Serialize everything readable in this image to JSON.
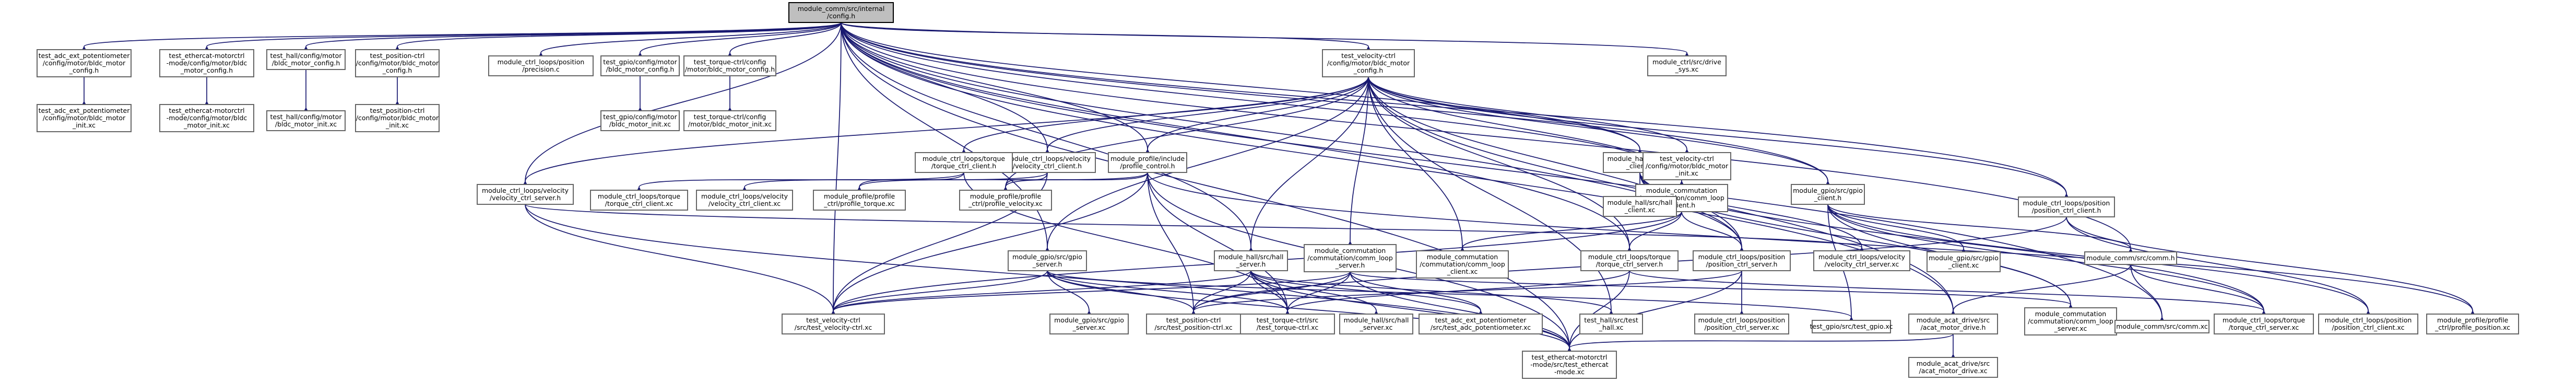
{
  "diagram": {
    "type": "include-dependency-graph",
    "root": "root",
    "colors": {
      "edge": "#191970",
      "node_border": "#666666",
      "root_fill": "#bfbfbf",
      "background": "#ffffff"
    },
    "nodes": [
      {
        "id": "root",
        "lines": [
          "module_comm/src/internal",
          "/config.h"
        ]
      },
      {
        "id": "adc_cfg",
        "lines": [
          "test_adc_ext_potentiometer",
          "/config/motor/bldc_motor",
          "_config.h"
        ]
      },
      {
        "id": "eth_cfg",
        "lines": [
          "test_ethercat-motorctrl",
          "-mode/config/motor/bldc",
          "_motor_config.h"
        ]
      },
      {
        "id": "hall_cfg",
        "lines": [
          "test_hall/config/motor",
          "/bldc_motor_config.h"
        ]
      },
      {
        "id": "pos_cfg",
        "lines": [
          "test_position-ctrl",
          "/config/motor/bldc_motor",
          "_config.h"
        ]
      },
      {
        "id": "ctrl_prec",
        "lines": [
          "module_ctrl_loops/position",
          "/precision.c"
        ]
      },
      {
        "id": "gpio_cfg",
        "lines": [
          "test_gpio/config/motor",
          "/bldc_motor_config.h"
        ]
      },
      {
        "id": "torq_cfg",
        "lines": [
          "test_torque-ctrl/config",
          "/motor/bldc_motor_config.h"
        ]
      },
      {
        "id": "vel_cfg",
        "lines": [
          "test_velocity-ctrl",
          "/config/motor/bldc_motor",
          "_config.h"
        ]
      },
      {
        "id": "drv_sys",
        "lines": [
          "module_ctrl/src/drive",
          "_sys.xc"
        ]
      },
      {
        "id": "adc_init",
        "lines": [
          "test_adc_ext_potentiometer",
          "/config/motor/bldc_motor",
          "_init.xc"
        ]
      },
      {
        "id": "eth_init",
        "lines": [
          "test_ethercat-motorctrl",
          "-mode/config/motor/bldc",
          "_motor_init.xc"
        ]
      },
      {
        "id": "hall_init",
        "lines": [
          "test_hall/config/motor",
          "/bldc_motor_init.xc"
        ]
      },
      {
        "id": "pos_init",
        "lines": [
          "test_position-ctrl",
          "/config/motor/bldc_motor",
          "_init.xc"
        ]
      },
      {
        "id": "gpio_init",
        "lines": [
          "test_gpio/config/motor",
          "/bldc_motor_init.xc"
        ]
      },
      {
        "id": "torq_init",
        "lines": [
          "test_torque-ctrl/config",
          "/motor/bldc_motor_init.xc"
        ]
      },
      {
        "id": "vel_init",
        "lines": [
          "test_velocity-ctrl",
          "/config/motor/bldc_motor",
          "_init.xc"
        ]
      },
      {
        "id": "vel_client",
        "lines": [
          "module_ctrl_loops/velocity",
          "/velocity_ctrl_client.h"
        ]
      },
      {
        "id": "torq_client_h",
        "lines": [
          "module_ctrl_loops/torque",
          "/torque_ctrl_client.h"
        ]
      },
      {
        "id": "prof_ctrl",
        "lines": [
          "module_profile/include",
          "/profile_control.h"
        ]
      },
      {
        "id": "hall_client",
        "lines": [
          "module_hall/src/hall",
          "_client.h"
        ]
      },
      {
        "id": "vel_server_h",
        "lines": [
          "module_ctrl_loops/velocity",
          "/velocity_ctrl_server.h"
        ]
      },
      {
        "id": "torq_client_xc",
        "lines": [
          "module_ctrl_loops/torque",
          "/torque_ctrl_client.xc"
        ]
      },
      {
        "id": "vel_client_xc",
        "lines": [
          "module_ctrl_loops/velocity",
          "/velocity_ctrl_client.xc"
        ]
      },
      {
        "id": "prof_torque",
        "lines": [
          "module_profile/profile",
          "_ctrl/profile_torque.xc"
        ]
      },
      {
        "id": "prof_vel",
        "lines": [
          "module_profile/profile",
          "_ctrl/profile_velocity.xc"
        ]
      },
      {
        "id": "comm_loop_h",
        "lines": [
          "module_commutation",
          "/commutation/comm_loop",
          "_client.h"
        ]
      },
      {
        "id": "hall_client_xc",
        "lines": [
          "module_hall/src/hall",
          "_client.xc"
        ]
      },
      {
        "id": "gpio_client",
        "lines": [
          "module_gpio/src/gpio",
          "_client.h"
        ]
      },
      {
        "id": "pos_client",
        "lines": [
          "module_ctrl_loops/position",
          "/position_ctrl_client.h"
        ]
      },
      {
        "id": "gpio_server",
        "lines": [
          "module_gpio/src/gpio",
          "_server.h"
        ]
      },
      {
        "id": "hall_server",
        "lines": [
          "module_hall/src/hall",
          "_server.h"
        ]
      },
      {
        "id": "comm_server_h",
        "lines": [
          "module_commutation",
          "/commutation/comm_loop",
          "_server.h"
        ]
      },
      {
        "id": "comm_client_xc",
        "lines": [
          "module_commutation",
          "/commutation/comm_loop",
          "_client.xc"
        ]
      },
      {
        "id": "torq_server_h",
        "lines": [
          "module_ctrl_loops/torque",
          "/torque_ctrl_server.h"
        ]
      },
      {
        "id": "pos_server_h",
        "lines": [
          "module_ctrl_loops/position",
          "/position_ctrl_server.h"
        ]
      },
      {
        "id": "vel_server_xc",
        "lines": [
          "module_ctrl_loops/velocity",
          "/velocity_ctrl_server.xc"
        ]
      },
      {
        "id": "gpio_client_xc",
        "lines": [
          "module_gpio/src/gpio",
          "_client.xc"
        ]
      },
      {
        "id": "comm_h",
        "lines": [
          "module_comm/src/comm.h"
        ]
      },
      {
        "id": "vel_cfg_init",
        "lines": [
          "test_velocity-ctrl",
          "/config/motor/bldc_motor",
          "_init.xc"
        ]
      },
      {
        "id": "test_vel",
        "lines": [
          "test_velocity-ctrl",
          "/src/test_velocity-ctrl.xc"
        ]
      },
      {
        "id": "gpio_server_xc",
        "lines": [
          "module_gpio/src/gpio",
          "_server.xc"
        ]
      },
      {
        "id": "test_pos",
        "lines": [
          "test_position-ctrl",
          "/src/test_position-ctrl.xc"
        ]
      },
      {
        "id": "test_torq",
        "lines": [
          "test_torque-ctrl/src",
          "/test_torque-ctrl.xc"
        ]
      },
      {
        "id": "hall_server_xc",
        "lines": [
          "module_hall/src/hall",
          "_server.xc"
        ]
      },
      {
        "id": "test_adc",
        "lines": [
          "test_adc_ext_potentiometer",
          "/src/test_adc_potentiometer.xc"
        ]
      },
      {
        "id": "test_hall",
        "lines": [
          "test_hall/src/test",
          "_hall.xc"
        ]
      },
      {
        "id": "pos_server_xc",
        "lines": [
          "module_ctrl_loops/position",
          "/position_ctrl_server.xc"
        ]
      },
      {
        "id": "test_gpio",
        "lines": [
          "test_gpio/src/test_gpio.xc"
        ]
      },
      {
        "id": "acat_h",
        "lines": [
          "module_acat_drive/src",
          "/acat_motor_drive.h"
        ]
      },
      {
        "id": "comm_server_xc",
        "lines": [
          "module_commutation",
          "/commutation/comm_loop",
          "_server.xc"
        ]
      },
      {
        "id": "comm_xc",
        "lines": [
          "module_comm/src/comm.xc"
        ]
      },
      {
        "id": "torq_server_xc",
        "lines": [
          "module_ctrl_loops/torque",
          "/torque_ctrl_server.xc"
        ]
      },
      {
        "id": "pos_client_xc",
        "lines": [
          "module_ctrl_loops/position",
          "/position_ctrl_client.xc"
        ]
      },
      {
        "id": "prof_pos",
        "lines": [
          "module_profile/profile",
          "_ctrl/profile_position.xc"
        ]
      },
      {
        "id": "test_eth",
        "lines": [
          "test_ethercat-motorctrl",
          "-mode/src/test_ethercat",
          "-mode.xc"
        ]
      },
      {
        "id": "acat_xc",
        "lines": [
          "module_acat_drive/src",
          "/acat_motor_drive.xc"
        ]
      }
    ],
    "edges": [
      [
        "root",
        "adc_cfg"
      ],
      [
        "root",
        "eth_cfg"
      ],
      [
        "root",
        "hall_cfg"
      ],
      [
        "root",
        "pos_cfg"
      ],
      [
        "root",
        "ctrl_prec"
      ],
      [
        "root",
        "gpio_cfg"
      ],
      [
        "root",
        "torq_cfg"
      ],
      [
        "root",
        "vel_cfg"
      ],
      [
        "root",
        "drv_sys"
      ],
      [
        "root",
        "vel_client"
      ],
      [
        "root",
        "prof_ctrl"
      ],
      [
        "root",
        "hall_client"
      ],
      [
        "root",
        "vel_server_h"
      ],
      [
        "root",
        "gpio_client"
      ],
      [
        "root",
        "pos_client"
      ],
      [
        "root",
        "gpio_server"
      ],
      [
        "root",
        "hall_server"
      ],
      [
        "root",
        "comm_h"
      ],
      [
        "root",
        "acat_h"
      ],
      [
        "root",
        "test_vel"
      ],
      [
        "root",
        "test_eth"
      ],
      [
        "root",
        "comm_loop_h"
      ],
      [
        "root",
        "torq_server_h"
      ],
      [
        "root",
        "pos_server_h"
      ],
      [
        "root",
        "comm_xc"
      ],
      [
        "adc_cfg",
        "adc_init"
      ],
      [
        "eth_cfg",
        "eth_init"
      ],
      [
        "hall_cfg",
        "hall_init"
      ],
      [
        "pos_cfg",
        "pos_init"
      ],
      [
        "gpio_cfg",
        "gpio_init"
      ],
      [
        "torq_cfg",
        "torq_init"
      ],
      [
        "vel_cfg",
        "vel_init"
      ],
      [
        "vel_cfg",
        "vel_client"
      ],
      [
        "vel_cfg",
        "torq_client_h"
      ],
      [
        "vel_cfg",
        "prof_ctrl"
      ],
      [
        "vel_cfg",
        "hall_client"
      ],
      [
        "vel_cfg",
        "vel_server_h"
      ],
      [
        "vel_cfg",
        "comm_loop_h"
      ],
      [
        "vel_cfg",
        "gpio_client"
      ],
      [
        "vel_cfg",
        "pos_client"
      ],
      [
        "vel_cfg",
        "gpio_server"
      ],
      [
        "vel_cfg",
        "hall_server"
      ],
      [
        "vel_cfg",
        "comm_server_h"
      ],
      [
        "vel_cfg",
        "vel_cfg_init"
      ],
      [
        "vel_cfg",
        "torq_server_h"
      ],
      [
        "vel_cfg",
        "pos_server_h"
      ],
      [
        "vel_cfg",
        "test_hall"
      ],
      [
        "vel_cfg",
        "comm_client_xc"
      ],
      [
        "vel_cfg",
        "acat_h"
      ],
      [
        "vel_cfg",
        "prof_vel"
      ],
      [
        "vel_client",
        "vel_client_xc"
      ],
      [
        "vel_client",
        "prof_vel"
      ],
      [
        "vel_client",
        "test_vel"
      ],
      [
        "torq_client_h",
        "torq_client_xc"
      ],
      [
        "torq_client_h",
        "prof_torque"
      ],
      [
        "torq_client_h",
        "test_torq"
      ],
      [
        "prof_ctrl",
        "prof_torque"
      ],
      [
        "prof_ctrl",
        "prof_vel"
      ],
      [
        "prof_ctrl",
        "prof_pos"
      ],
      [
        "prof_ctrl",
        "test_vel"
      ],
      [
        "prof_ctrl",
        "test_pos"
      ],
      [
        "prof_ctrl",
        "test_torq"
      ],
      [
        "prof_ctrl",
        "test_eth"
      ],
      [
        "hall_client",
        "hall_client_xc"
      ],
      [
        "hall_client",
        "comm_loop_h"
      ],
      [
        "hall_client",
        "pos_server_h"
      ],
      [
        "hall_client",
        "vel_server_xc"
      ],
      [
        "hall_client",
        "torq_server_xc"
      ],
      [
        "hall_client",
        "comm_server_xc"
      ],
      [
        "vel_server_h",
        "vel_server_xc"
      ],
      [
        "vel_server_h",
        "test_vel"
      ],
      [
        "vel_server_h",
        "test_eth"
      ],
      [
        "comm_loop_h",
        "comm_client_xc"
      ],
      [
        "comm_loop_h",
        "torq_server_h"
      ],
      [
        "comm_loop_h",
        "pos_server_h"
      ],
      [
        "comm_loop_h",
        "test_vel"
      ],
      [
        "gpio_client",
        "gpio_client_xc"
      ],
      [
        "gpio_client",
        "comm_server_xc"
      ],
      [
        "gpio_client",
        "test_gpio"
      ],
      [
        "gpio_client",
        "torq_server_xc"
      ],
      [
        "gpio_client",
        "pos_client_xc"
      ],
      [
        "gpio_client",
        "comm_h"
      ],
      [
        "pos_client",
        "pos_client_xc"
      ],
      [
        "pos_client",
        "prof_pos"
      ],
      [
        "pos_client",
        "test_pos"
      ],
      [
        "gpio_server",
        "gpio_server_xc"
      ],
      [
        "gpio_server",
        "test_gpio"
      ],
      [
        "gpio_server",
        "test_vel"
      ],
      [
        "gpio_server",
        "test_pos"
      ],
      [
        "gpio_server",
        "test_torq"
      ],
      [
        "gpio_server",
        "test_eth"
      ],
      [
        "hall_server",
        "hall_server_xc"
      ],
      [
        "hall_server",
        "test_hall"
      ],
      [
        "hall_server",
        "test_vel"
      ],
      [
        "hall_server",
        "test_pos"
      ],
      [
        "hall_server",
        "test_torq"
      ],
      [
        "hall_server",
        "test_eth"
      ],
      [
        "hall_server",
        "test_adc"
      ],
      [
        "comm_server_h",
        "comm_server_xc"
      ],
      [
        "comm_server_h",
        "test_vel"
      ],
      [
        "comm_server_h",
        "test_pos"
      ],
      [
        "comm_server_h",
        "test_torq"
      ],
      [
        "comm_server_h",
        "test_adc"
      ],
      [
        "comm_server_h",
        "test_eth"
      ],
      [
        "torq_server_h",
        "torq_server_xc"
      ],
      [
        "torq_server_h",
        "test_torq"
      ],
      [
        "torq_server_h",
        "test_eth"
      ],
      [
        "pos_server_h",
        "pos_server_xc"
      ],
      [
        "pos_server_h",
        "test_pos"
      ],
      [
        "pos_server_h",
        "test_eth"
      ],
      [
        "comm_h",
        "comm_xc"
      ],
      [
        "comm_h",
        "acat_h"
      ],
      [
        "comm_h",
        "torq_server_xc"
      ],
      [
        "acat_h",
        "acat_xc"
      ],
      [
        "acat_h",
        "test_eth"
      ]
    ]
  }
}
